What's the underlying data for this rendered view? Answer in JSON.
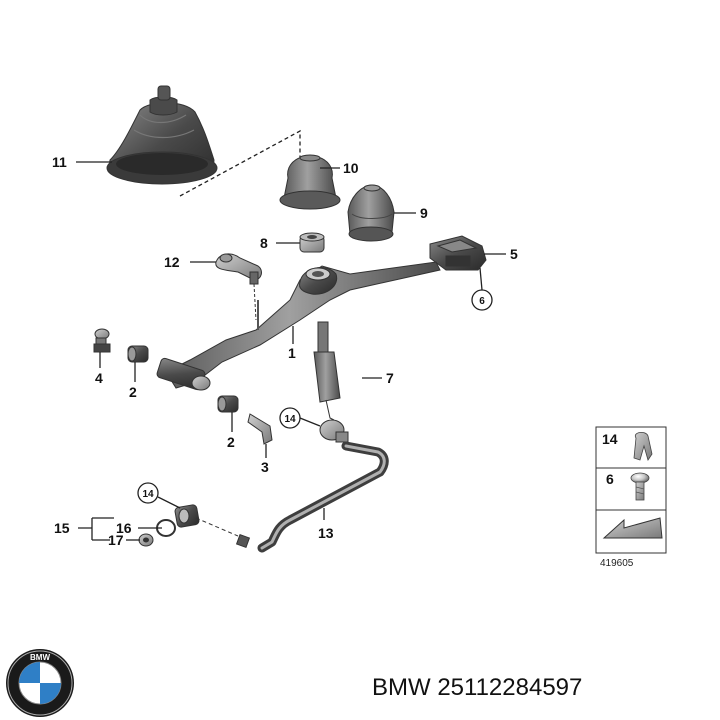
{
  "callouts": {
    "c1": "1",
    "c2a": "2",
    "c2b": "2",
    "c3": "3",
    "c4": "4",
    "c5": "5",
    "c6": "6",
    "c7": "7",
    "c8": "8",
    "c9": "9",
    "c10": "10",
    "c11": "11",
    "c12": "12",
    "c13": "13",
    "c14a": "14",
    "c14b": "14",
    "c15": "15",
    "c16": "16",
    "c17": "17"
  },
  "legend": {
    "item_14": "14",
    "item_6": "6",
    "ref_number": "419605"
  },
  "brand": {
    "logo_letters": "BMW",
    "part_caption": "BMW 25112284597"
  },
  "colors": {
    "part_dark": "#3a3a3a",
    "part_mid": "#6e6e6e",
    "part_light": "#a8a8a8",
    "bmw_blue": "#2f7fc6"
  }
}
